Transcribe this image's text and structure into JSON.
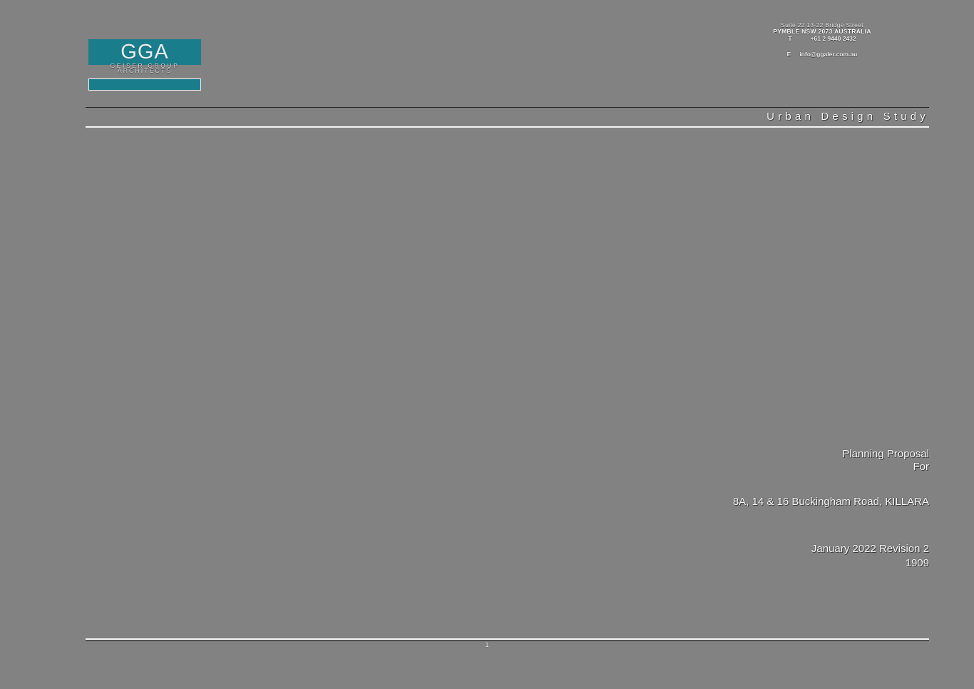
{
  "document": {
    "background_color": "#828282",
    "brand_color": "#1a7d8c",
    "text_color": "#fbfbfb"
  },
  "logo": {
    "mark": "GGA",
    "sub_line_1": "GEISER GROUP",
    "sub_line_2": "ARCHITECTS"
  },
  "contact": {
    "address_line_1": "Suite 22  13-22  Bridge Street",
    "address_line_2": "PYMBLE NSW 2073 AUSTRALIA",
    "phone_label": "T",
    "phone_value": "+61 2 9440 2432",
    "email_label": "E",
    "email_value": "info@ggaler.com.au"
  },
  "header": {
    "study_title": "Urban Design Study"
  },
  "main": {
    "title_line_1": "Planning Proposal",
    "title_line_2": "For",
    "address": "8A, 14 & 16 Buckingham Road, KILLARA",
    "date_line": "January 2022 Revision 2",
    "project_number": "1909"
  },
  "footer": {
    "page_number": "1"
  }
}
